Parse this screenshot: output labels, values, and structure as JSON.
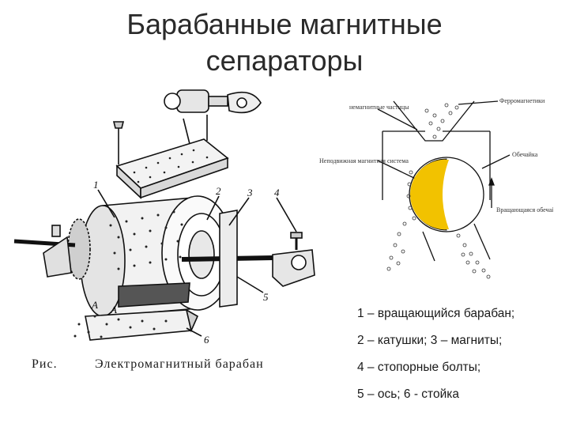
{
  "title": {
    "line1": "Барабанные магнитные",
    "line2": "сепараторы"
  },
  "left_figure": {
    "callouts": [
      "1",
      "2",
      "3",
      "4",
      "5",
      "6"
    ],
    "section_marks": [
      "А",
      "А"
    ],
    "caption_prefix": "Рис.",
    "caption_text": "Электромагнитный барабан"
  },
  "right_figure": {
    "labels": {
      "nonmagnetic": "немагнитные частицы",
      "ferromagnetic": "Ферромагнетики",
      "stationary": "Неподвижная магнитная система",
      "shell": "Обечайка",
      "rotating_shell": "Вращающаяся обечайка"
    },
    "colors": {
      "magnet_fill": "#f2c200"
    }
  },
  "legend": [
    "1 – вращающийся барабан;",
    "2 – катушки; 3 – магниты;",
    "4 – стопорные болты;",
    "5 – ось; 6 - стойка"
  ]
}
